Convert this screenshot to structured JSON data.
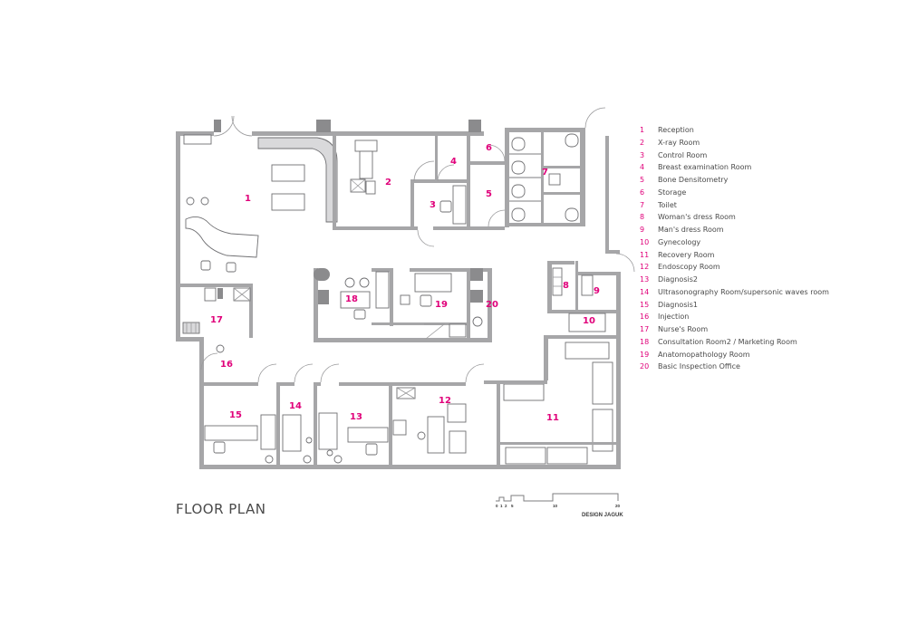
{
  "title": "FLOOR PLAN",
  "credit": "DESIGN JAGUK",
  "scale_labels": [
    "0",
    "1",
    "2",
    "5",
    "10",
    "20"
  ],
  "accent_color": "#e0007a",
  "rooms": [
    {
      "num": "1",
      "name": "Reception"
    },
    {
      "num": "2",
      "name": "X-ray Room"
    },
    {
      "num": "3",
      "name": "Control Room"
    },
    {
      "num": "4",
      "name": "Breast examination Room"
    },
    {
      "num": "5",
      "name": "Bone Densitometry"
    },
    {
      "num": "6",
      "name": "Storage"
    },
    {
      "num": "7",
      "name": "Toilet"
    },
    {
      "num": "8",
      "name": "Woman's dress Room"
    },
    {
      "num": "9",
      "name": "Man's dress Room"
    },
    {
      "num": "10",
      "name": "Gynecology"
    },
    {
      "num": "11",
      "name": "Recovery Room"
    },
    {
      "num": "12",
      "name": "Endoscopy Room"
    },
    {
      "num": "13",
      "name": "Diagnosis2"
    },
    {
      "num": "14",
      "name": "Ultrasonography Room/supersonic waves room"
    },
    {
      "num": "15",
      "name": "Diagnosis1"
    },
    {
      "num": "16",
      "name": "Injection"
    },
    {
      "num": "17",
      "name": "Nurse's Room"
    },
    {
      "num": "18",
      "name": "Consultation Room2 / Marketing Room"
    },
    {
      "num": "19",
      "name": "Anatomopathology Room"
    },
    {
      "num": "20",
      "name": "Basic Inspection Office"
    }
  ]
}
